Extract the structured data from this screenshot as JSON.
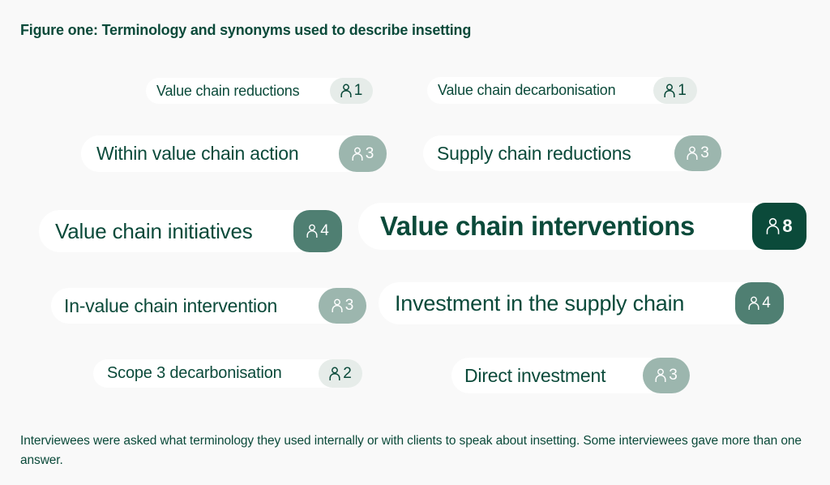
{
  "title": "Figure one: Terminology and synonyms used to describe insetting",
  "chart_data": {
    "type": "table",
    "title": "Figure one: Terminology and synonyms used to describe insetting",
    "categories": [
      "Value chain reductions",
      "Value chain decarbonisation",
      "Within value chain action",
      "Supply chain reductions",
      "Value chain initiatives",
      "Value chain interventions",
      "In-value chain intervention",
      "Investment in the supply chain",
      "Scope 3 decarbonisation",
      "Direct investment"
    ],
    "values": [
      1,
      1,
      3,
      3,
      4,
      8,
      3,
      4,
      2,
      3
    ],
    "value_label": "Number of interviewees",
    "icon": "person-icon"
  },
  "terms": [
    {
      "label": "Value chain reductions",
      "count": "1"
    },
    {
      "label": "Value chain decarbonisation",
      "count": "1"
    },
    {
      "label": "Within value chain action",
      "count": "3"
    },
    {
      "label": "Supply chain reductions",
      "count": "3"
    },
    {
      "label": "Value chain initiatives",
      "count": "4"
    },
    {
      "label": "Value chain interventions",
      "count": "8"
    },
    {
      "label": "In-value chain intervention",
      "count": "3"
    },
    {
      "label": "Investment in the supply chain",
      "count": "4"
    },
    {
      "label": "Scope 3 decarbonisation",
      "count": "2"
    },
    {
      "label": "Direct investment",
      "count": "3"
    }
  ],
  "colors": {
    "text": "#0b4a3a",
    "badge_1_2": "#e6ece9",
    "badge_3": "#9cb6ae",
    "badge_4": "#4f7f72",
    "badge_8": "#0b4a3a",
    "background": "#f9f9f9",
    "pill": "#ffffff"
  },
  "footnote": "Interviewees were asked what terminology they used internally or with clients to speak about insetting. Some interviewees gave more than one answer."
}
